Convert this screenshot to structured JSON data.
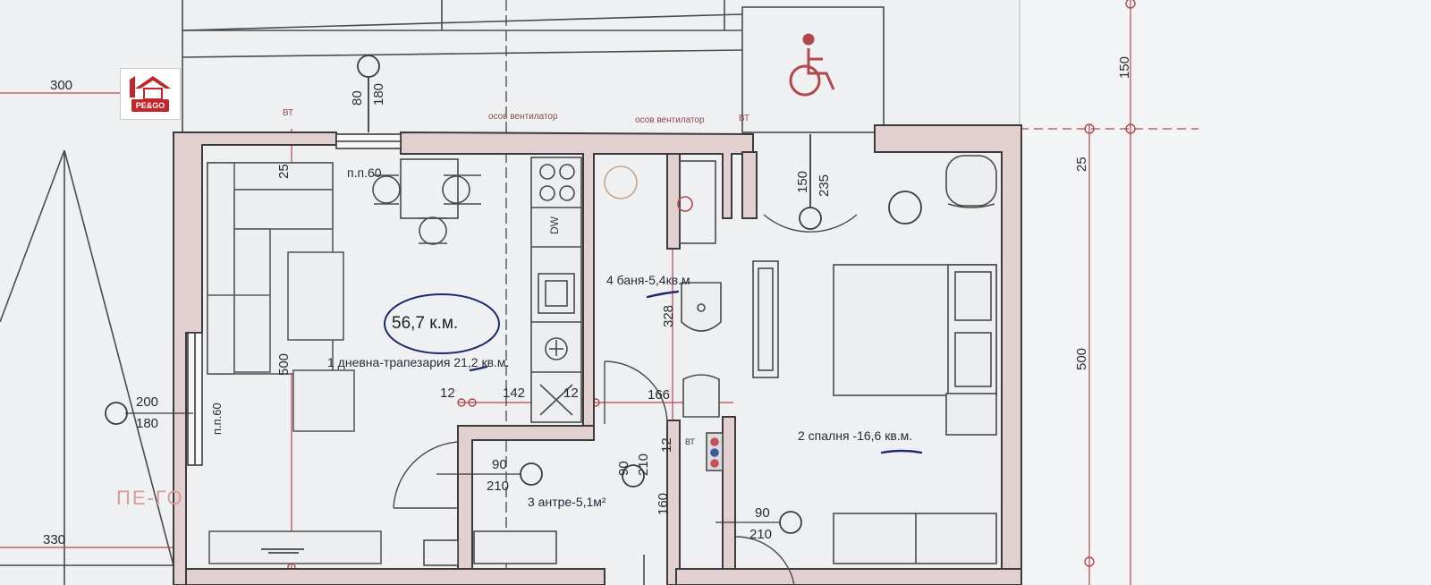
{
  "logo": {
    "text": "PE&GO"
  },
  "watermark": "ПЕ-ГО",
  "total_area": "56,7 к.м.",
  "rooms": {
    "living": "1 дневна-трапезария 21,2 кв.м.",
    "bedroom": "2 спалня -16,6 кв.м.",
    "entry": "3 антре-5,1м²",
    "bath": "4 баня-5,4кв.м"
  },
  "notes": {
    "window_top": "п.п.60",
    "window_left": "п.п.60",
    "vent_1": "осов вентилатор",
    "vent_2": "осов вентилатор",
    "bt_1": "ВТ",
    "bt_2": "ВТ",
    "bt_3": "ВТ",
    "dw": "DW"
  },
  "dims": {
    "d300": "300",
    "d330": "330",
    "d80": "80",
    "d180_top": "180",
    "d25_left": "25",
    "d500_left": "500",
    "d200": "200",
    "d180_left": "180",
    "d12_a": "12",
    "d142": "142",
    "d12_b": "12",
    "d166": "166",
    "d90_entry": "90",
    "d210_entry": "210",
    "d90_door": "90",
    "d210_door": "210",
    "d160": "160",
    "d12_c": "12",
    "d328": "328",
    "d150_bed": "150",
    "d235": "235",
    "d90_bed": "90",
    "d210_bed": "210",
    "d150_right": "150",
    "d25_right": "25",
    "d500_right": "500"
  },
  "colors": {
    "paper": "#f1f3f4",
    "wall_fill": "#e2cfd0",
    "wall_stroke": "#3b3b3b",
    "dim_red": "#b2474c",
    "line": "#4a4a4a",
    "ink_blue": "#1d2a6b"
  }
}
